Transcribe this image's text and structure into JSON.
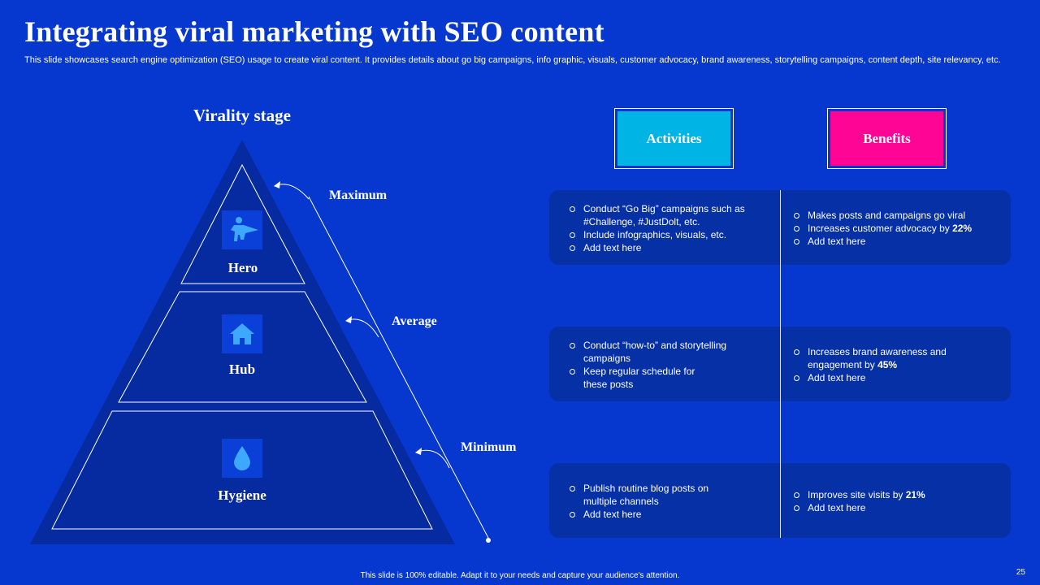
{
  "slide": {
    "title": "Integrating viral marketing with SEO content",
    "subtitle": "This slide showcases search engine optimization (SEO) usage to create viral content. It provides details about go big campaigns, info graphic, visuals, customer advocacy, brand awareness, storytelling campaigns, content depth, site relevancy, etc.",
    "footer": "This slide is 100% editable. Adapt it to your needs and capture your audience's attention.",
    "page_number": "25"
  },
  "pyramid": {
    "title": "Virality stage",
    "tiers": [
      {
        "label": "Hero",
        "icon": "superhero-icon"
      },
      {
        "label": "Hub",
        "icon": "house-icon"
      },
      {
        "label": "Hygiene",
        "icon": "water-drop-icon"
      }
    ],
    "levels": [
      "Maximum",
      "Average",
      "Minimum"
    ]
  },
  "table": {
    "headers": {
      "activities": "Activities",
      "benefits": "Benefits"
    },
    "colors": {
      "activities": "#00b4e6",
      "benefits": "#ff0595",
      "card": "#0631a6",
      "pyramid_outer": "#062aa0"
    },
    "rows": [
      {
        "activities": [
          "Conduct “Go Big” campaigns such as #Challenge, #JustDolt, etc.",
          "Include infographics, visuals, etc.",
          "Add text here"
        ],
        "benefits": [
          {
            "text": "Makes posts and campaigns go viral",
            "bold": ""
          },
          {
            "text": "Increases customer advocacy  by ",
            "bold": "22%"
          },
          {
            "text": "Add text here",
            "bold": ""
          }
        ]
      },
      {
        "activities": [
          "Conduct “how-to” and storytelling campaigns",
          "Keep regular schedule for these posts"
        ],
        "benefits": [
          {
            "text": "Increases brand awareness and engagement  by ",
            "bold": "45%"
          },
          {
            "text": "Add text here",
            "bold": ""
          }
        ]
      },
      {
        "activities": [
          "Publish routine blog posts on multiple channels",
          "Add text here"
        ],
        "benefits": [
          {
            "text": "Improves  site visits by ",
            "bold": "21%"
          },
          {
            "text": "Add text here",
            "bold": ""
          }
        ]
      }
    ]
  }
}
